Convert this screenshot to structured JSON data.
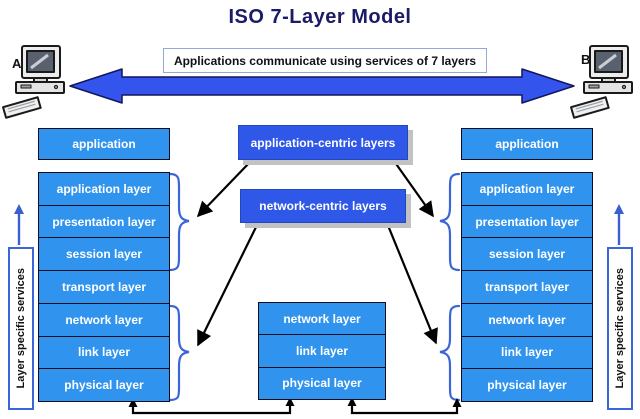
{
  "title": "ISO 7-Layer Model",
  "banner": {
    "text": "Applications communicate using services of 7 layers"
  },
  "endpoints": {
    "left": "A",
    "right": "B"
  },
  "center": {
    "application_centric": "application-centric layers",
    "network_centric": "network-centric layers",
    "stack": [
      "network layer",
      "link layer",
      "physical layer"
    ]
  },
  "left_column": {
    "application_box": "application",
    "layers": [
      "application layer",
      "presentation layer",
      "session layer",
      "transport layer",
      "network layer",
      "link layer",
      "physical layer"
    ],
    "side_label": "Layer specific services"
  },
  "right_column": {
    "application_box": "application",
    "layers": [
      "application layer",
      "presentation layer",
      "session layer",
      "transport layer",
      "network layer",
      "link layer",
      "physical layer"
    ],
    "side_label": "Layer specific services"
  },
  "colors": {
    "layer_box_blue": "#3094ee",
    "centric_box_blue": "#2f58e8",
    "big_arrow_blue": "#3355ee",
    "brace_blue": "#3a66d8",
    "title_navy": "#1b1b66",
    "connector_black": "#000000"
  }
}
